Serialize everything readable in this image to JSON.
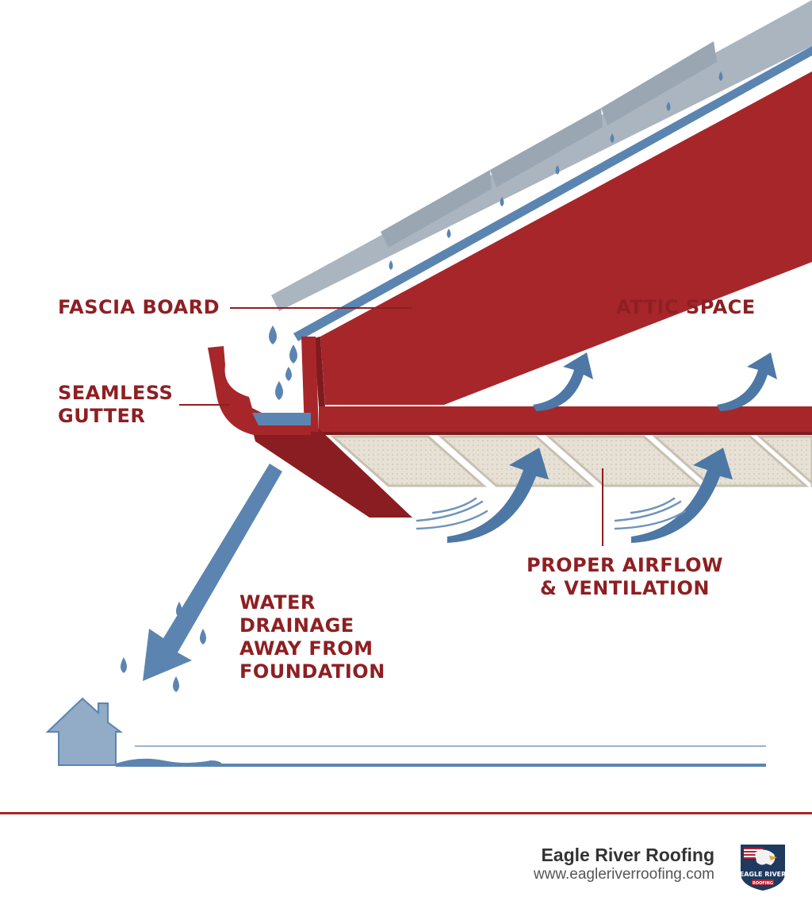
{
  "labels": {
    "fascia": "FASCIA BOARD",
    "attic": "ATTIC SPACE",
    "gutter": [
      "SEAMLESS",
      "GUTTER"
    ],
    "airflow": [
      "PROPER AIRFLOW",
      "& VENTILATION"
    ],
    "drainage": [
      "WATER",
      "DRAINAGE",
      "AWAY FROM",
      "FOUNDATION"
    ]
  },
  "footer": {
    "brand_name": "Eagle River Roofing",
    "url": "www.eagleriverroofing.com",
    "logo_text": [
      "EAGLE RIVER",
      "ROOFING"
    ]
  },
  "icons": [
    "water-drop-icon",
    "airflow-arrow-icon",
    "wind-lines-icon",
    "house-icon",
    "drainage-arrow-icon",
    "eagle-logo-icon"
  ],
  "colors": {
    "label_red": "#8e1f22",
    "roof_red": "#a7262a",
    "water_blue": "#5b85b0",
    "shingle_gray": "#aab5c0",
    "soffit_beige": "#e3ddd2"
  }
}
